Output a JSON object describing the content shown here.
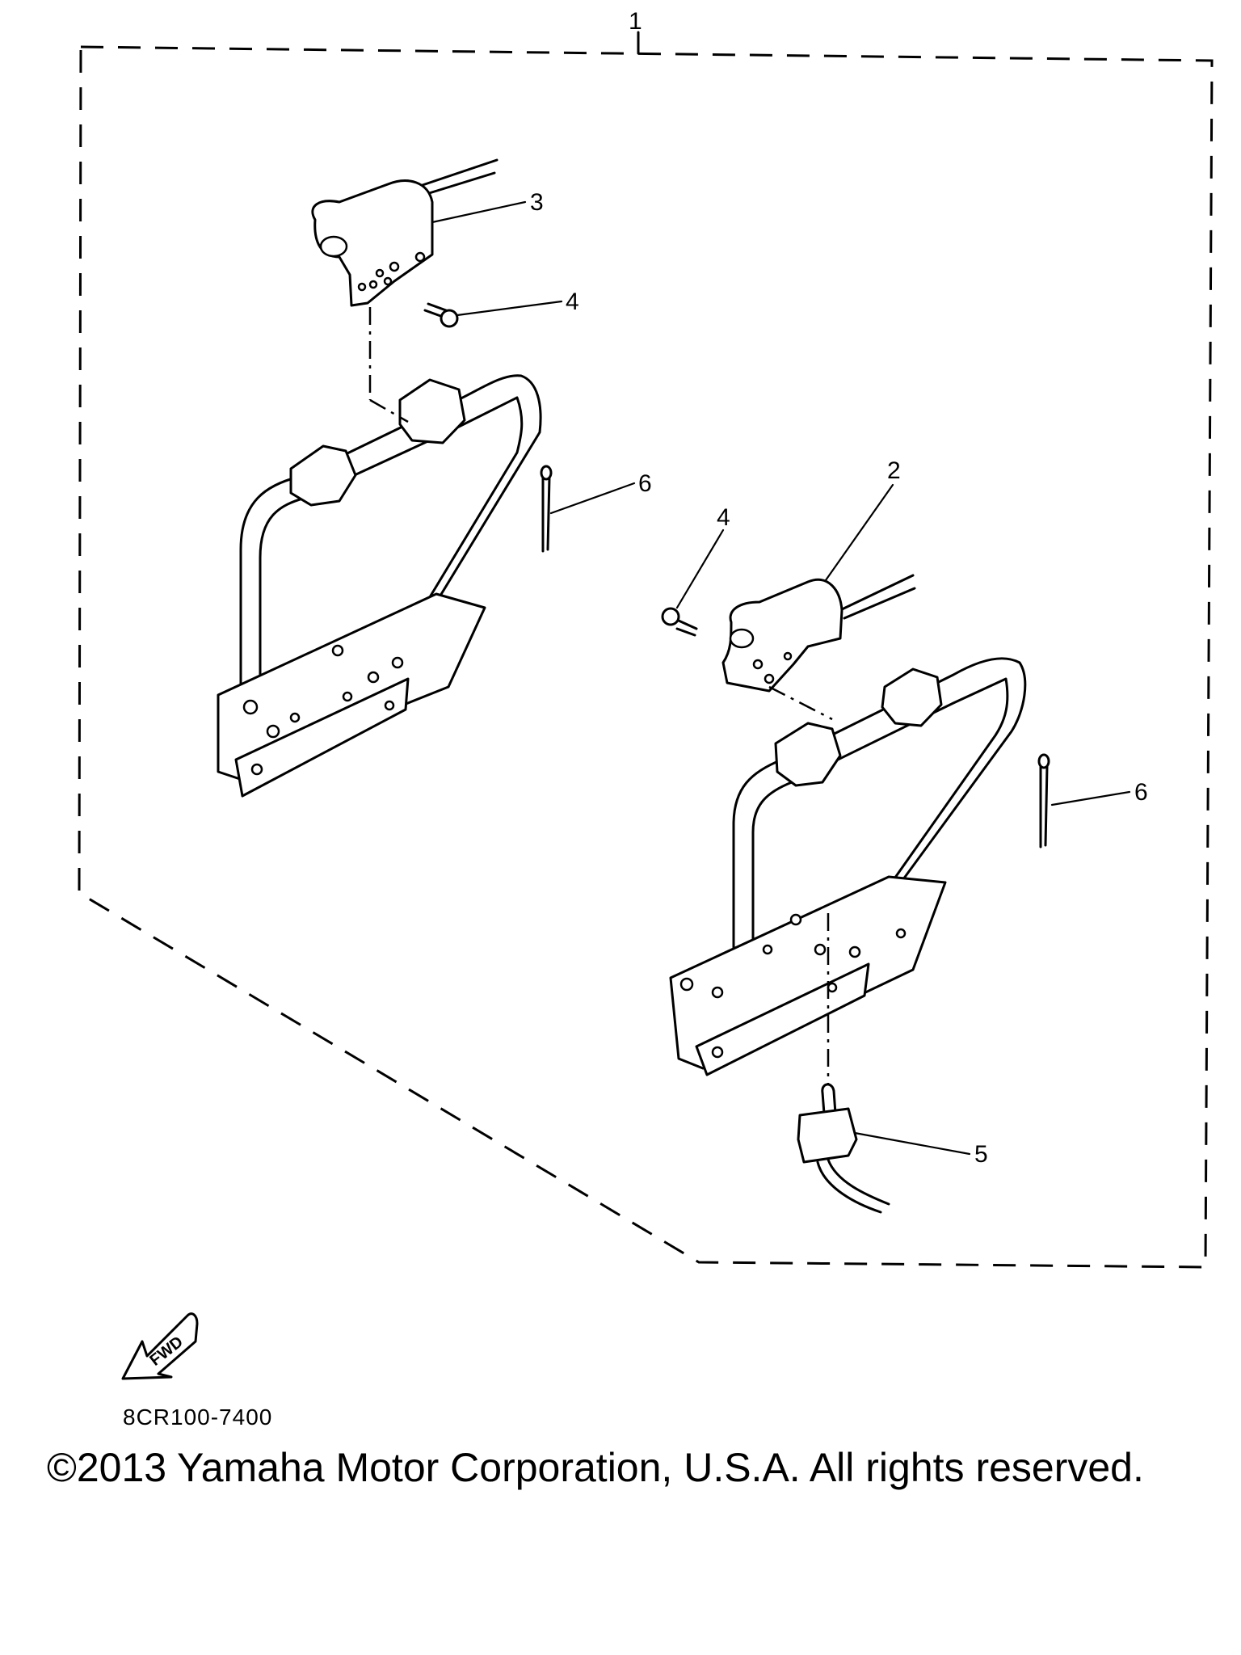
{
  "diagram": {
    "callouts": {
      "kit": "1",
      "right_grip_heater": "2",
      "left_grip_heater": "3",
      "screw_left": "4",
      "screw_right": "4",
      "switch": "5",
      "tie_left": "6",
      "tie_right": "6"
    },
    "fwd_label": "FWD",
    "part_code": "8CR100-7400",
    "copyright": "©2013 Yamaha Motor Corporation, U.S.A. All rights reserved."
  }
}
